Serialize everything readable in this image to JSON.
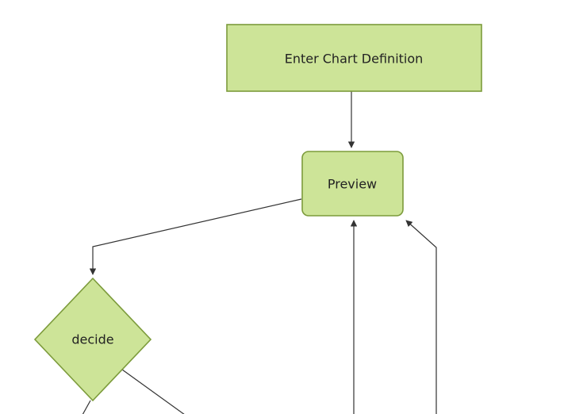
{
  "diagram": {
    "type": "flowchart",
    "direction": "top-down",
    "nodes": [
      {
        "id": "enter-chart-definition",
        "label": "Enter Chart Definition",
        "shape": "rectangle"
      },
      {
        "id": "preview",
        "label": "Preview",
        "shape": "rounded-rectangle"
      },
      {
        "id": "decide",
        "label": "decide",
        "shape": "diamond"
      }
    ],
    "edges": [
      {
        "from": "enter-chart-definition",
        "to": "preview",
        "arrow": true
      },
      {
        "from": "preview",
        "to": "decide",
        "arrow": true
      },
      {
        "from": "offscreen-bottom",
        "to": "preview",
        "arrow": true
      },
      {
        "from": "offscreen-bottom-right",
        "to": "preview",
        "arrow": true
      },
      {
        "from": "decide",
        "to": "offscreen-bottom-left",
        "arrow": false
      },
      {
        "from": "decide",
        "to": "offscreen-bottom-right",
        "arrow": false
      }
    ],
    "colors": {
      "node_fill": "#cde498",
      "node_border": "#7c9b3b",
      "edge": "#333333",
      "label_text": "#222222",
      "background": "#ffffff"
    }
  }
}
